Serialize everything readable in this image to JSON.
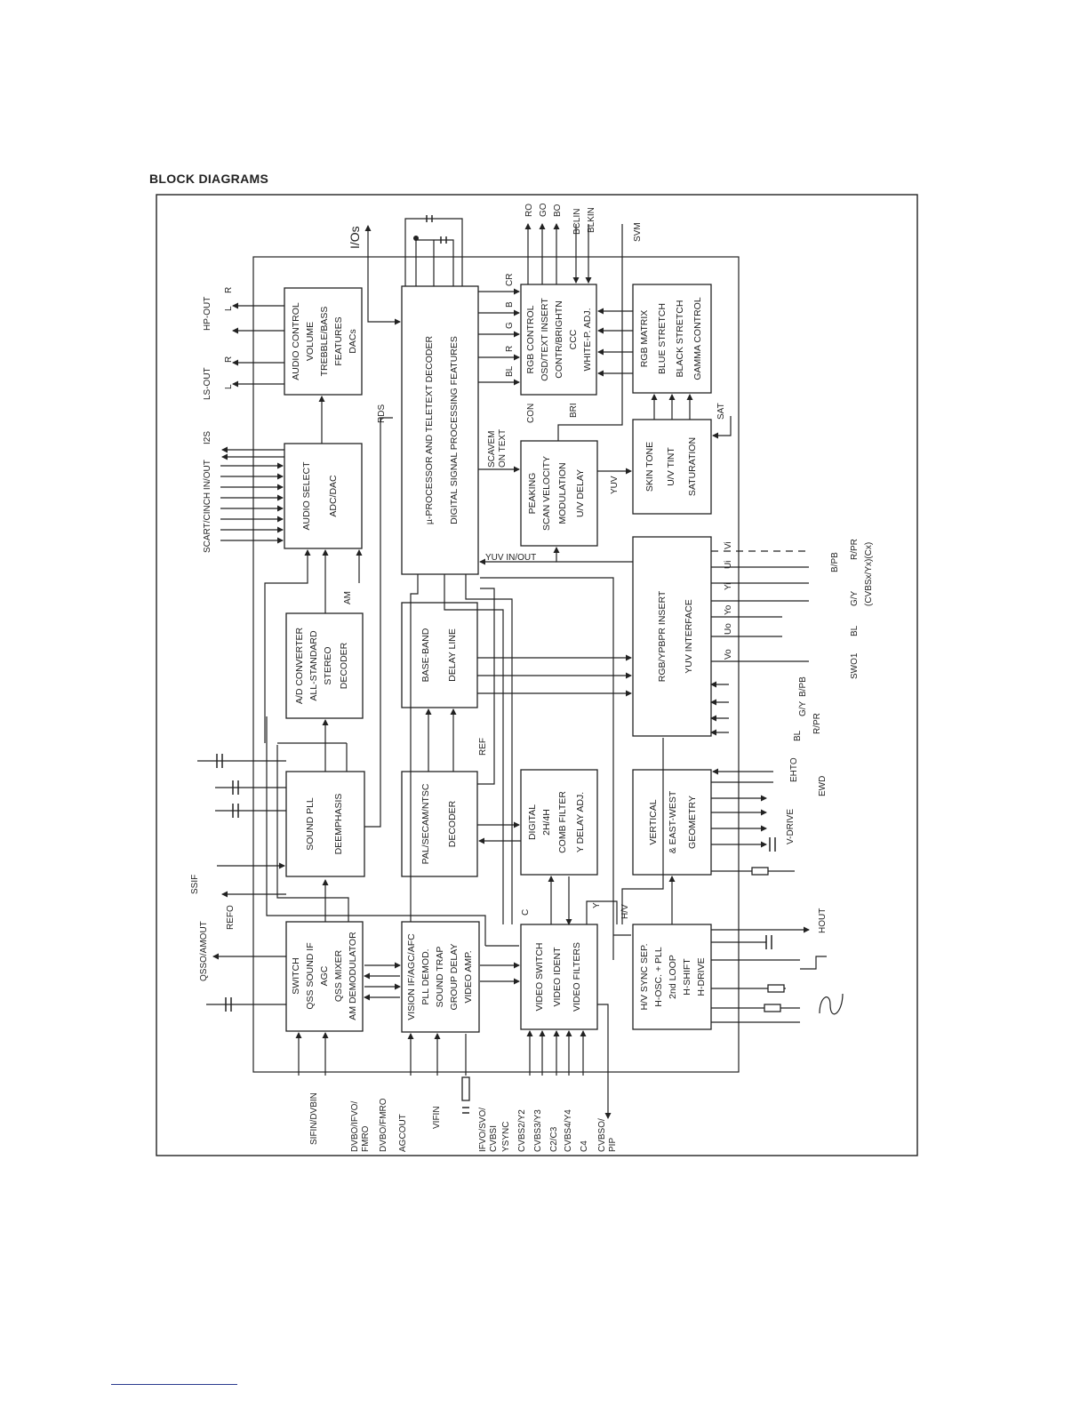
{
  "page": {
    "heading": "BLOCK DIAGRAMS"
  },
  "blocks": {
    "audio_control": [
      "AUDIO CONTROL",
      "VOLUME",
      "TREBBLE/BASS",
      "FEATURES",
      "DACs"
    ],
    "audio_select": [
      "AUDIO SELECT",
      "ADC/DAC"
    ],
    "ad_converter": [
      "A/D CONVERTER",
      "ALL-STANDARD",
      "STEREO",
      "DECODER"
    ],
    "sound_pll": [
      "SOUND PLL",
      "DEEMPHASIS"
    ],
    "switch_qss": [
      "SWITCH",
      "QSS SOUND IF",
      "AGC",
      "QSS MIXER",
      "AM DEMODULATOR"
    ],
    "microprocessor": [
      "µ-PROCESSOR AND TELETEXT DECODER",
      "DIGITAL SIGNAL PROCESSING FEATURES"
    ],
    "base_band": [
      "BASE-BAND",
      "DELAY LINE"
    ],
    "pal_decoder": [
      "PAL/SECAM/NTSC",
      "DECODER"
    ],
    "vision_if": [
      "VISION IF/AGC/AFC",
      "PLL DEMOD.",
      "SOUND TRAP",
      "GROUP DELAY",
      "VIDEO AMP."
    ],
    "rgb_control": [
      "RGB CONTROL",
      "OSD/TEXT INSERT",
      "CONTR/BRIGHTN",
      "CCC",
      "WHITE-P. ADJ."
    ],
    "peaking": [
      "PEAKING",
      "SCAN VELOCITY",
      "MODULATION",
      "U/V DELAY"
    ],
    "comb_filter": [
      "DIGITAL",
      "2H/4H",
      "COMB FILTER",
      "Y DELAY ADJ."
    ],
    "video_switch": [
      "VIDEO SWITCH",
      "VIDEO IDENT",
      "VIDEO FILTERS"
    ],
    "rgb_matrix": [
      "RGB MATRIX",
      "BLUE STRETCH",
      "BLACK STRETCH",
      "GAMMA CONTROL"
    ],
    "skin_tone": [
      "SKIN TONE",
      "U/V TINT",
      "SATURATION"
    ],
    "yuv_interface": [
      "RGB/YPBPR INSERT",
      "YUV INTERFACE"
    ],
    "vertical": [
      "VERTICAL",
      "& EAST-WEST",
      "GEOMETRY"
    ],
    "hv_sync": [
      "H/V SYNC SEP.",
      "H-OSC. + PLL",
      "2nd LOOP",
      "H-SHIFT",
      "H-DRIVE"
    ]
  },
  "signals": {
    "hp_out": "HP-OUT",
    "ls_out": "LS-OUT",
    "l_hp": "L",
    "r_hp": "R",
    "l_ls": "L",
    "r_ls": "R",
    "i2s": "I2S",
    "scart": "SCART/CINCH IN/OUT",
    "qsso": "QSSO/AMOUT",
    "refo": "REFO",
    "ssif": "SSIF",
    "rds": "RDS",
    "am": "AM",
    "ios": "I/Os",
    "ro": "RO",
    "go": "GO",
    "bo": "BO",
    "bclin": "BCLIN",
    "blkin": "BLKIN",
    "svm": "SVM",
    "cr": "CR",
    "b": "B",
    "g": "G",
    "r": "R",
    "bl": "BL",
    "con": "CON",
    "bri": "BRI",
    "sat": "SAT",
    "scavem": "SCAVEM",
    "on_text": "ON TEXT",
    "yuv": "YUV",
    "yuv_inout": "YUV IN/OUT",
    "ref": "REF",
    "c": "C",
    "y": "Y",
    "hv": "H/V",
    "vo": "Vo",
    "uo": "Uo",
    "yo": "Yo",
    "yi": "Yi",
    "ui": "Ui",
    "vi": "Vi",
    "r_pr": "R/PR",
    "b_pb": "B/PB",
    "g_y": "G/Y",
    "cvbs_yx": "(CVBSx/Yx)(Cx)",
    "swo1": "SWO1",
    "bl2": "BL",
    "b_pb2": "B/PB",
    "g_y2": "G/Y",
    "r_pr2": "R/PR",
    "bl3": "BL",
    "ehto": "EHTO",
    "ewd": "EWD",
    "v_drive": "V-DRIVE",
    "hout": "HOUT",
    "sifin": "SIFIN/DVBIN",
    "dvbo_fmro1": "DVBO/IFVO/",
    "dvbo_fmro2": "FMRO",
    "dvbo_fmro3": "DVBO/FMRO",
    "agcout": "AGCOUT",
    "vifin": "VIFIN",
    "ifvo1": "IFVO/SVO/",
    "ifvo2": "CVBSI",
    "ysync": "YSYNC",
    "cvbs2": "CVBS2/Y2",
    "cvbs3": "CVBS3/Y3",
    "c2c3": "C2/C3",
    "cvbs4": "CVBS4/Y4",
    "c4": "C4",
    "cvbso1": "CVBSO/",
    "cvbso2": "PIP"
  }
}
